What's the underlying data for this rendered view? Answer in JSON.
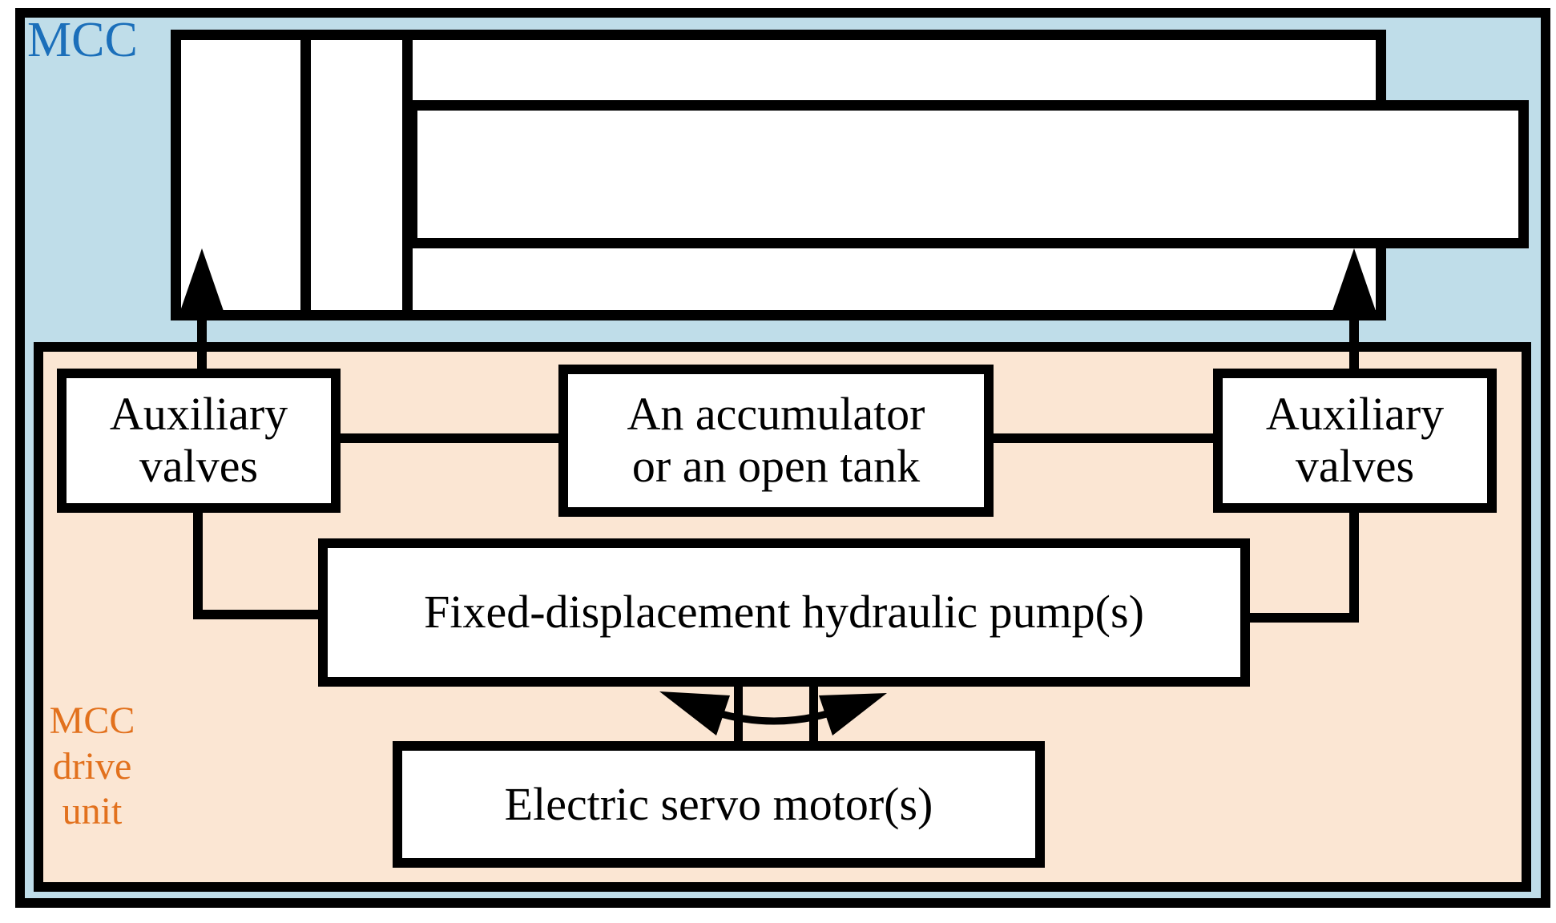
{
  "labels": {
    "system": "MCC",
    "drive_unit": {
      "line1": "MCC",
      "line2": "drive",
      "line3": "unit"
    }
  },
  "boxes": {
    "aux_left": {
      "line1": "Auxiliary",
      "line2": "valves"
    },
    "accumulator": {
      "line1": "An accumulator",
      "line2": "or an open tank"
    },
    "aux_right": {
      "line1": "Auxiliary",
      "line2": "valves"
    },
    "pump": {
      "label": "Fixed-displacement hydraulic pump(s)"
    },
    "motor": {
      "label": "Electric servo motor(s)"
    }
  },
  "colors": {
    "background": "#ffffff",
    "system_fill": "#bfdde9",
    "drive_unit_fill": "#fbe6d3",
    "system_label": "#1b6fba",
    "drive_unit_label": "#e2711d",
    "line": "#000000"
  }
}
